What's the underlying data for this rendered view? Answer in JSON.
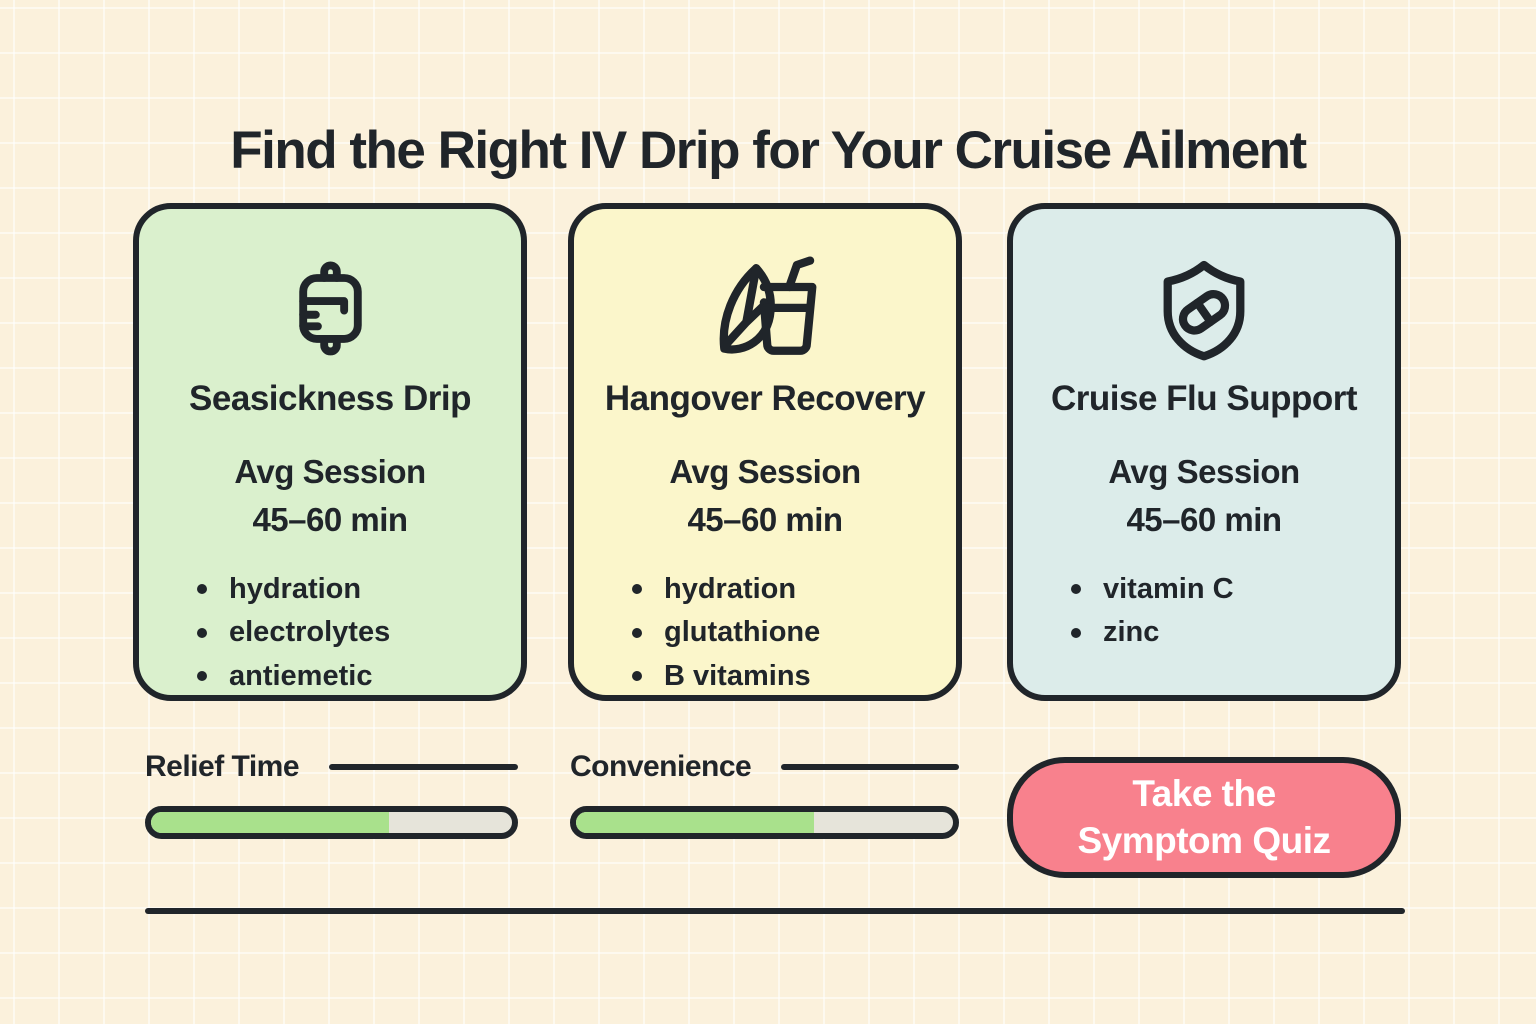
{
  "page": {
    "title": "Find the Right IV Drip for Your Cruise Ailment"
  },
  "colors": {
    "ink": "#20252a",
    "background": "#fbf1dc",
    "card_seasickness_bg": "#daf0cd",
    "card_hangover_bg": "#fbf6cb",
    "card_cruise_flu_bg": "#dcecea",
    "cta_bg": "#f8818d",
    "cta_text": "#ffffff",
    "meter_fill": "#a9e18c",
    "meter_track": "#e6e4da"
  },
  "cards": [
    {
      "icon": "iv-bag-icon",
      "title": "Seasickness Drip",
      "session_label": "Avg Session",
      "session_value": "45–60 min",
      "bullets": [
        "hydration",
        "electrolytes",
        "antiemetic"
      ]
    },
    {
      "icon": "citrus-drink-icon",
      "title": "Hangover Recovery",
      "session_label": "Avg Session",
      "session_value": "45–60 min",
      "bullets": [
        "hydration",
        "glutathione",
        "B vitamins"
      ]
    },
    {
      "icon": "shield-pill-icon",
      "title": "Cruise Flu Support",
      "session_label": "Avg Session",
      "session_value": "45–60 min",
      "bullets": [
        "vitamin C",
        "zinc"
      ]
    }
  ],
  "meters": [
    {
      "label": "Relief Time",
      "percent": 66
    },
    {
      "label": "Convenience",
      "percent": 63
    }
  ],
  "cta": {
    "line1": "Take the",
    "line2": "Symptom Quiz"
  }
}
